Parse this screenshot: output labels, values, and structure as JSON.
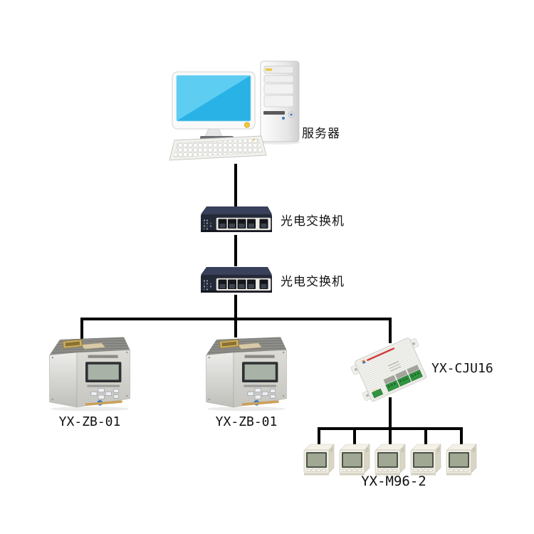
{
  "diagram": {
    "type": "network-topology",
    "background": "#ffffff",
    "line_color": "#000000"
  },
  "labels": {
    "server": "服务器",
    "switch_top": "光电交换机",
    "switch_bottom": "光电交换机",
    "relay_left": "YX-ZB-01",
    "relay_right": "YX-ZB-01",
    "collector": "YX-CJU16",
    "meters": "YX-M96-2"
  },
  "devices": [
    {
      "id": "server",
      "label": "服务器",
      "icon": "desktop-computer-icon"
    },
    {
      "id": "switch-1",
      "label": "光电交换机",
      "icon": "ethernet-switch-icon"
    },
    {
      "id": "switch-2",
      "label": "光电交换机",
      "icon": "ethernet-switch-icon"
    },
    {
      "id": "relay-1",
      "label": "YX-ZB-01",
      "icon": "protection-relay-icon"
    },
    {
      "id": "relay-2",
      "label": "YX-ZB-01",
      "icon": "protection-relay-icon"
    },
    {
      "id": "collector",
      "label": "YX-CJU16",
      "icon": "data-collector-icon"
    },
    {
      "id": "meter-group",
      "label": "YX-M96-2",
      "icon": "panel-meter-icon",
      "count": 5
    }
  ],
  "connections": [
    [
      "server",
      "switch-1"
    ],
    [
      "switch-1",
      "switch-2"
    ],
    [
      "switch-2",
      "relay-1"
    ],
    [
      "switch-2",
      "relay-2"
    ],
    [
      "switch-2",
      "collector"
    ],
    [
      "collector",
      "meter-1"
    ],
    [
      "collector",
      "meter-2"
    ],
    [
      "collector",
      "meter-3"
    ],
    [
      "collector",
      "meter-4"
    ],
    [
      "collector",
      "meter-5"
    ]
  ],
  "colors": {
    "wire": "#000000",
    "monitor_screen": "#35bbea",
    "switch_body": "#232836",
    "switch_panel": "#eceae6",
    "relay_body": "#d5d4cf",
    "collector_body": "#f4f4f1",
    "terminal_green": "#2f9540",
    "meter_body": "#efede3",
    "meter_lcd": "#a0a893",
    "power_button_yellow": "#f3c73f"
  }
}
